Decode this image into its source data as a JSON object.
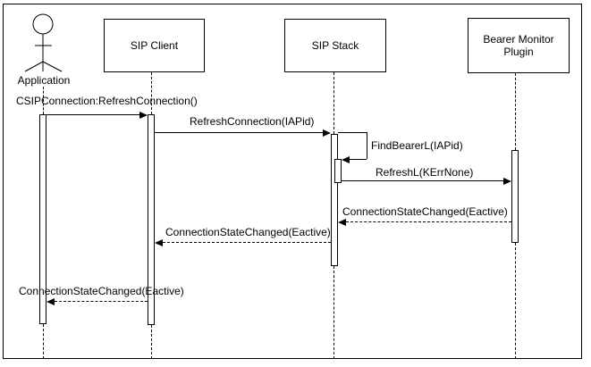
{
  "diagram": {
    "kind": "UML sequence diagram",
    "participants": [
      {
        "name": "Application",
        "type": "actor"
      },
      {
        "name": "SIP Client",
        "type": "object"
      },
      {
        "name": "SIP Stack",
        "type": "object"
      },
      {
        "name": "Bearer Monitor Plugin",
        "type": "object"
      }
    ],
    "messages": [
      {
        "label": "CSIPConnection:RefreshConnection()",
        "from": "Application",
        "to": "SIP Client",
        "line": "solid"
      },
      {
        "label": "RefreshConnection(IAPid)",
        "from": "SIP Client",
        "to": "SIP Stack",
        "line": "solid"
      },
      {
        "label": "FindBearerL(IAPid)",
        "from": "SIP Stack",
        "to": "SIP Stack",
        "line": "solid-self"
      },
      {
        "label": "RefreshL(KErrNone)",
        "from": "SIP Stack",
        "to": "Bearer Monitor Plugin",
        "line": "solid"
      },
      {
        "label": "ConnectionStateChanged(Eactive)",
        "from": "Bearer Monitor Plugin",
        "to": "SIP Stack",
        "line": "dashed"
      },
      {
        "label": "ConnectionStateChanged(Eactive)",
        "from": "SIP Stack",
        "to": "SIP Client",
        "line": "dashed"
      },
      {
        "label": "ConnectionStateChanged(Eactive)",
        "from": "SIP Client",
        "to": "Application",
        "line": "dashed"
      }
    ],
    "colors": {
      "background": "#ffffff",
      "line": "#000000"
    }
  }
}
